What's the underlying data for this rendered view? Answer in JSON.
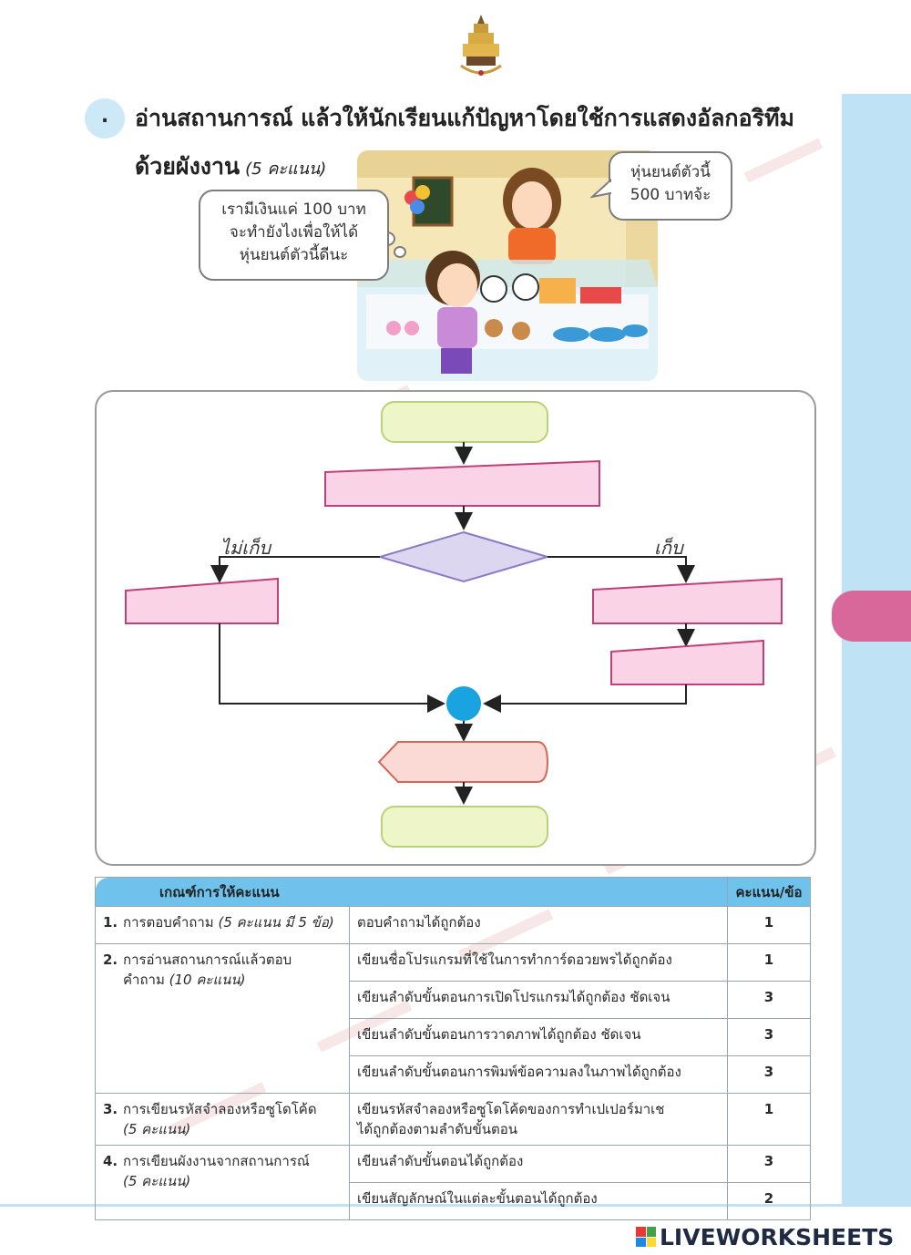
{
  "question": {
    "number": ".",
    "line1": "อ่านสถานการณ์ แล้วให้นักเรียนแก้ปัญหาโดยใช้การแสดงอัลกอริทึม",
    "line2": "ด้วยผังงาน",
    "score": "(5 คะแนน)"
  },
  "bubbles": {
    "left": [
      "เรามีเงินแค่ 100 บาท",
      "จะทำยังไงเพื่อให้ได้",
      "หุ่นยนต์ตัวนี้ดีนะ"
    ],
    "right": [
      "หุ่นยนต์ตัวนี้",
      "500 บาทจ้ะ"
    ]
  },
  "flowchart": {
    "label_no": "ไม่เก็บ",
    "label_yes": "เก็บ",
    "colors": {
      "terminal": "#eef6c9",
      "process": "#fbd3e6",
      "decision": "#dcd6f1",
      "connector": "#19a3e0",
      "display": "#fbd9d4"
    }
  },
  "criteria": {
    "header_left": "เกณฑ์การให้คะแนน",
    "header_right": "คะแนน/ข้อ",
    "rows": [
      {
        "num": "1.",
        "topic": "การตอบคำถาม",
        "topic_note": "(5 คะแนน มี 5 ข้อ)",
        "detail": "ตอบคำถามได้ถูกต้อง",
        "score": "1"
      },
      {
        "num": "2.",
        "topic": "การอ่านสถานการณ์แล้วตอบ",
        "topic2": "คำถาม",
        "topic_note": "(10 คะแนน)",
        "detail": "เขียนชื่อโปรแกรมที่ใช้ในการทำการ์ดอวยพรได้ถูกต้อง",
        "score": "1"
      },
      {
        "detail": "เขียนลำดับขั้นตอนการเปิดโปรแกรมได้ถูกต้อง ชัดเจน",
        "score": "3"
      },
      {
        "detail": "เขียนลำดับขั้นตอนการวาดภาพได้ถูกต้อง ชัดเจน",
        "score": "3"
      },
      {
        "detail": "เขียนลำดับขั้นตอนการพิมพ์ข้อความลงในภาพได้ถูกต้อง",
        "score": "3"
      },
      {
        "num": "3.",
        "topic": "การเขียนรหัสจำลองหรือซูโดโค้ด",
        "topic_note": "(5 คะแนน)",
        "detail": "เขียนรหัสจำลองหรือซูโดโค้ดของการทำเปเปอร์มาเช",
        "detail2": "ได้ถูกต้องตามลำดับขั้นตอน",
        "score": "1"
      },
      {
        "num": "4.",
        "topic": "การเขียนผังงานจากสถานการณ์",
        "topic_note": "(5 คะแนน)",
        "detail": "เขียนลำดับขั้นตอนได้ถูกต้อง",
        "score": "3"
      },
      {
        "detail": "เขียนสัญลักษณ์ในแต่ละขั้นตอนได้ถูกต้อง",
        "score": "2"
      }
    ]
  },
  "footer": {
    "logo_text": "LIVEWORKSHEETS"
  }
}
